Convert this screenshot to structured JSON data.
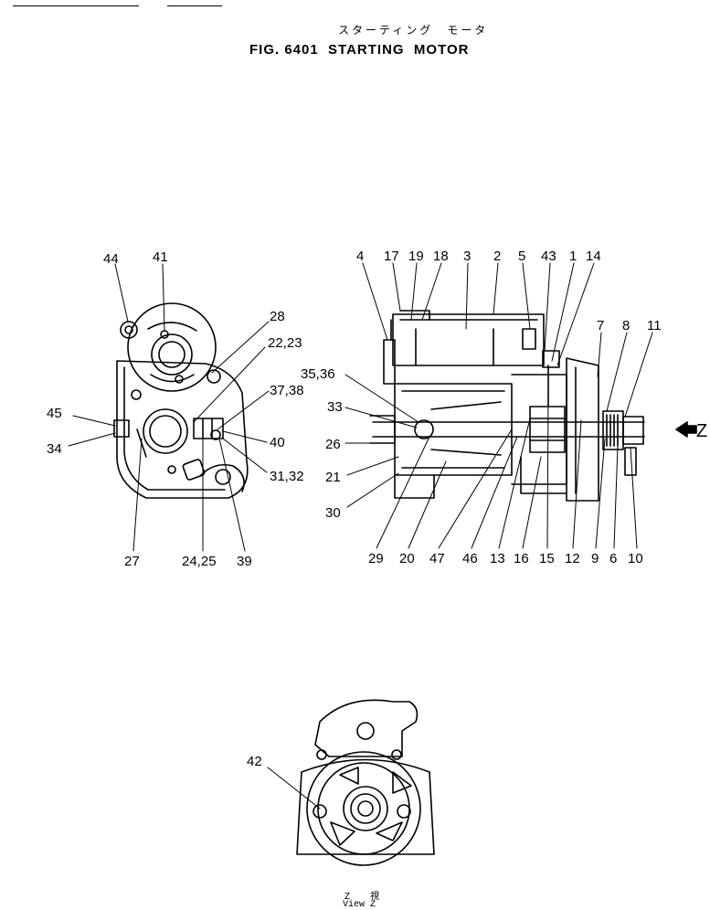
{
  "title_jp": "スターティング　モータ",
  "title_en": "FIG. 6401  STARTING  MOTOR",
  "view_caption_jp": "Z　視",
  "view_caption_en": "View Z",
  "arrow_label": "Z",
  "part_labels": {
    "p44": "44",
    "p41": "41",
    "p28": "28",
    "p22_23": "22,23",
    "p37_38": "37,38",
    "p45": "45",
    "p34": "34",
    "p40": "40",
    "p31_32": "31,32",
    "p27": "27",
    "p24_25": "24,25",
    "p39": "39",
    "p4": "4",
    "p17": "17",
    "p19": "19",
    "p18": "18",
    "p3": "3",
    "p2": "2",
    "p5": "5",
    "p43": "43",
    "p1": "1",
    "p14": "14",
    "p7": "7",
    "p8": "8",
    "p11": "11",
    "p35_36": "35,36",
    "p33": "33",
    "p26": "26",
    "p21": "21",
    "p30": "30",
    "p29": "29",
    "p20": "20",
    "p47": "47",
    "p46": "46",
    "p13": "13",
    "p16": "16",
    "p15": "15",
    "p12": "12",
    "p9": "9",
    "p6": "6",
    "p10": "10",
    "p42": "42"
  }
}
